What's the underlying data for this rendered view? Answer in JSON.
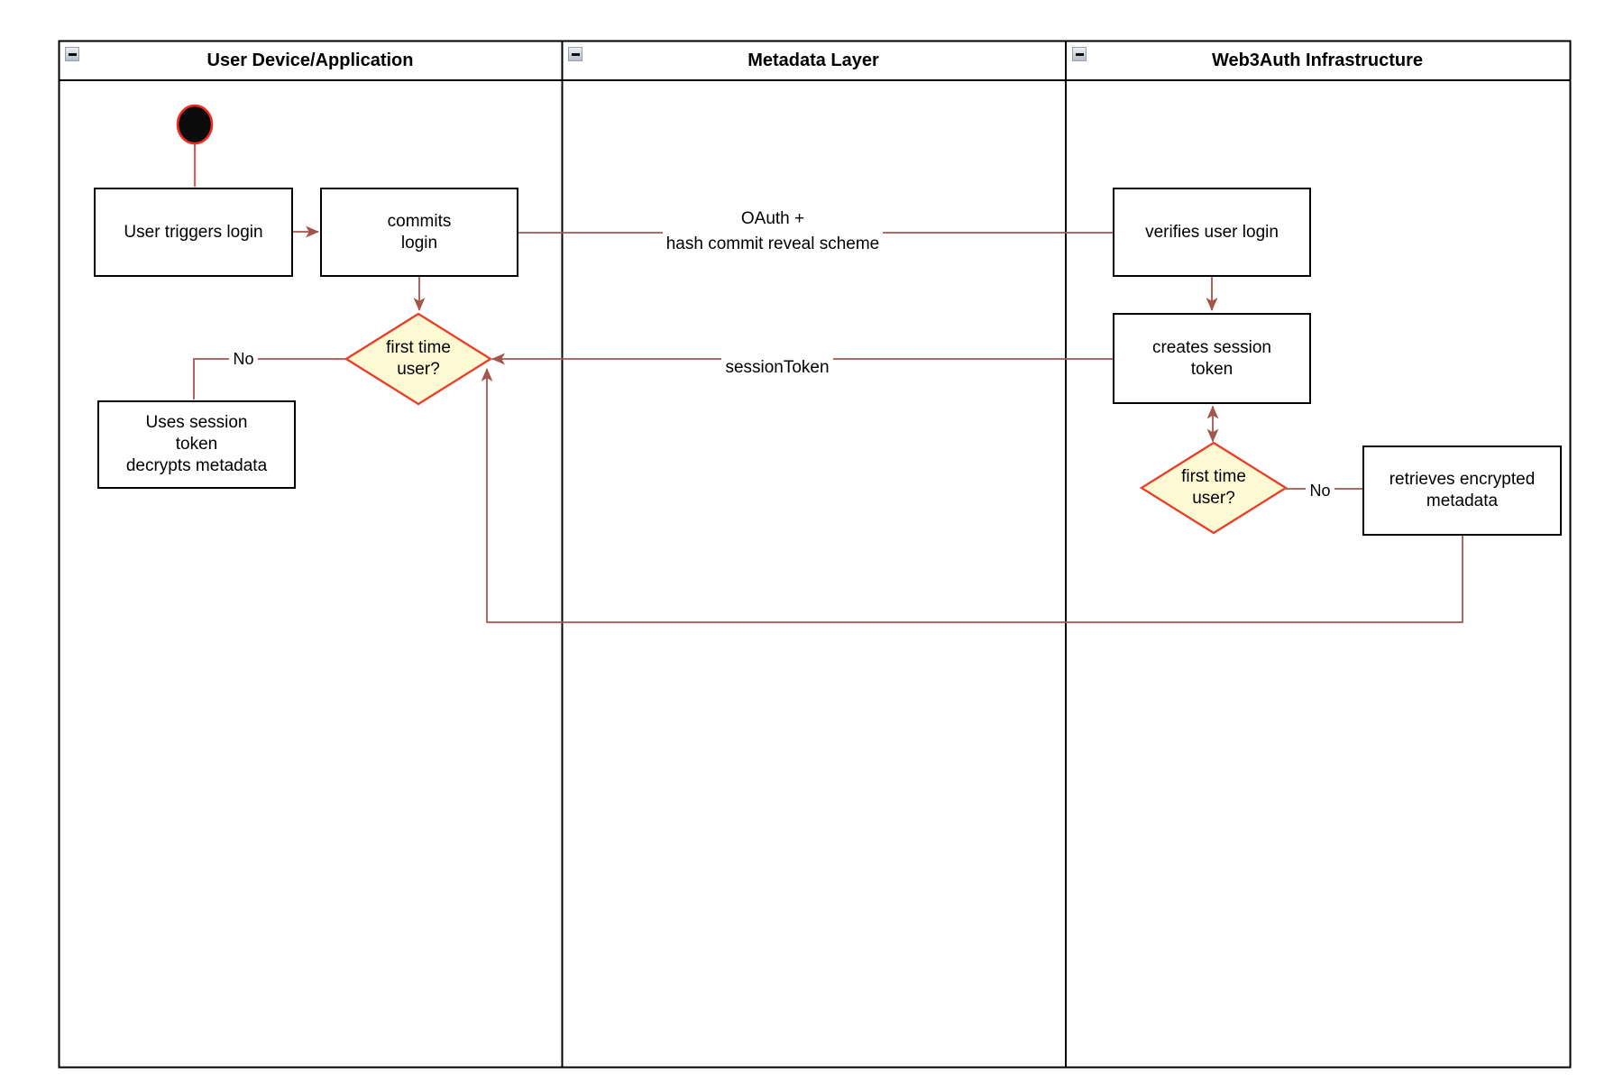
{
  "diagram": {
    "lanes": [
      {
        "title": "User Device/Application"
      },
      {
        "title": "Metadata Layer"
      },
      {
        "title": "Web3Auth Infrastructure"
      }
    ],
    "nodes": {
      "user_triggers_login": "User triggers login",
      "commits_login": "commits\nlogin",
      "first_time_user_1": "first time\nuser?",
      "uses_session_token": "Uses session\ntoken\ndecrypts metadata",
      "verifies_user_login": "verifies user login",
      "creates_session_token": "creates session\ntoken",
      "first_time_user_2": "first time\nuser?",
      "retrieves_encrypted_metadata": "retrieves encrypted\nmetadata"
    },
    "edge_labels": {
      "oauth_line1": "OAuth +",
      "oauth_line2": "hash commit reveal scheme",
      "session_token": "sessionToken",
      "no_1": "No",
      "no_2": "No"
    },
    "colors": {
      "connector": "#A5564C",
      "start_fill": "#0B0B0B",
      "start_border": "#F02B1D",
      "decision_fill": "#FCF9D3",
      "decision_border": "#E8402A",
      "node_fill": "#FFFFFF",
      "node_border": "#000000",
      "frame_border": "#000000",
      "collapse_border": "#98A0AC"
    }
  }
}
